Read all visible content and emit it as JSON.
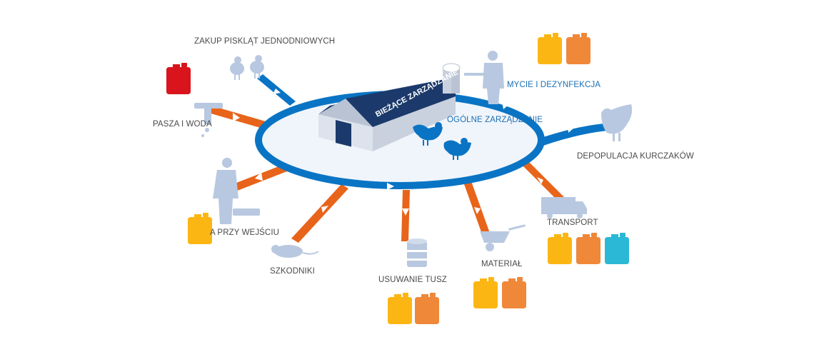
{
  "labels": {
    "zakup": "ZAKUP PISKLĄT JEDNODNIOWYCH",
    "pasza": "PASZA I WODA",
    "higiena": "A PRZY WEJŚCIU",
    "szkodniki": "SZKODNIKI",
    "usuwanie": "USUWANIE TUSZ",
    "material": "MATERIAŁ",
    "transport": "TRANSPORT",
    "depopulacja": "DEPOPULACJA KURCZAKÓW",
    "mycie": "MYCIE I DEZYNFEKCJA",
    "ogolne": "OGÓLNE ZARZĄDZANIE",
    "biezace": "BIEŻĄCE ZARZĄDZANIE"
  },
  "colors": {
    "blue": "#0a74c4",
    "orange": "#e8641a",
    "icon": "#b8c8e0",
    "red": "#d9141c",
    "yellow": "#fcb614",
    "orange_can": "#f0883a",
    "cyan": "#2bb8d6",
    "barn_roof": "#1b3a6b"
  },
  "icons": [
    "chick-icon",
    "canister-icon",
    "feeder-icon",
    "worker-icon",
    "rat-icon",
    "barrel-icon",
    "wheelbarrow-icon",
    "truck-icon",
    "chicken-icon",
    "barn-icon"
  ]
}
